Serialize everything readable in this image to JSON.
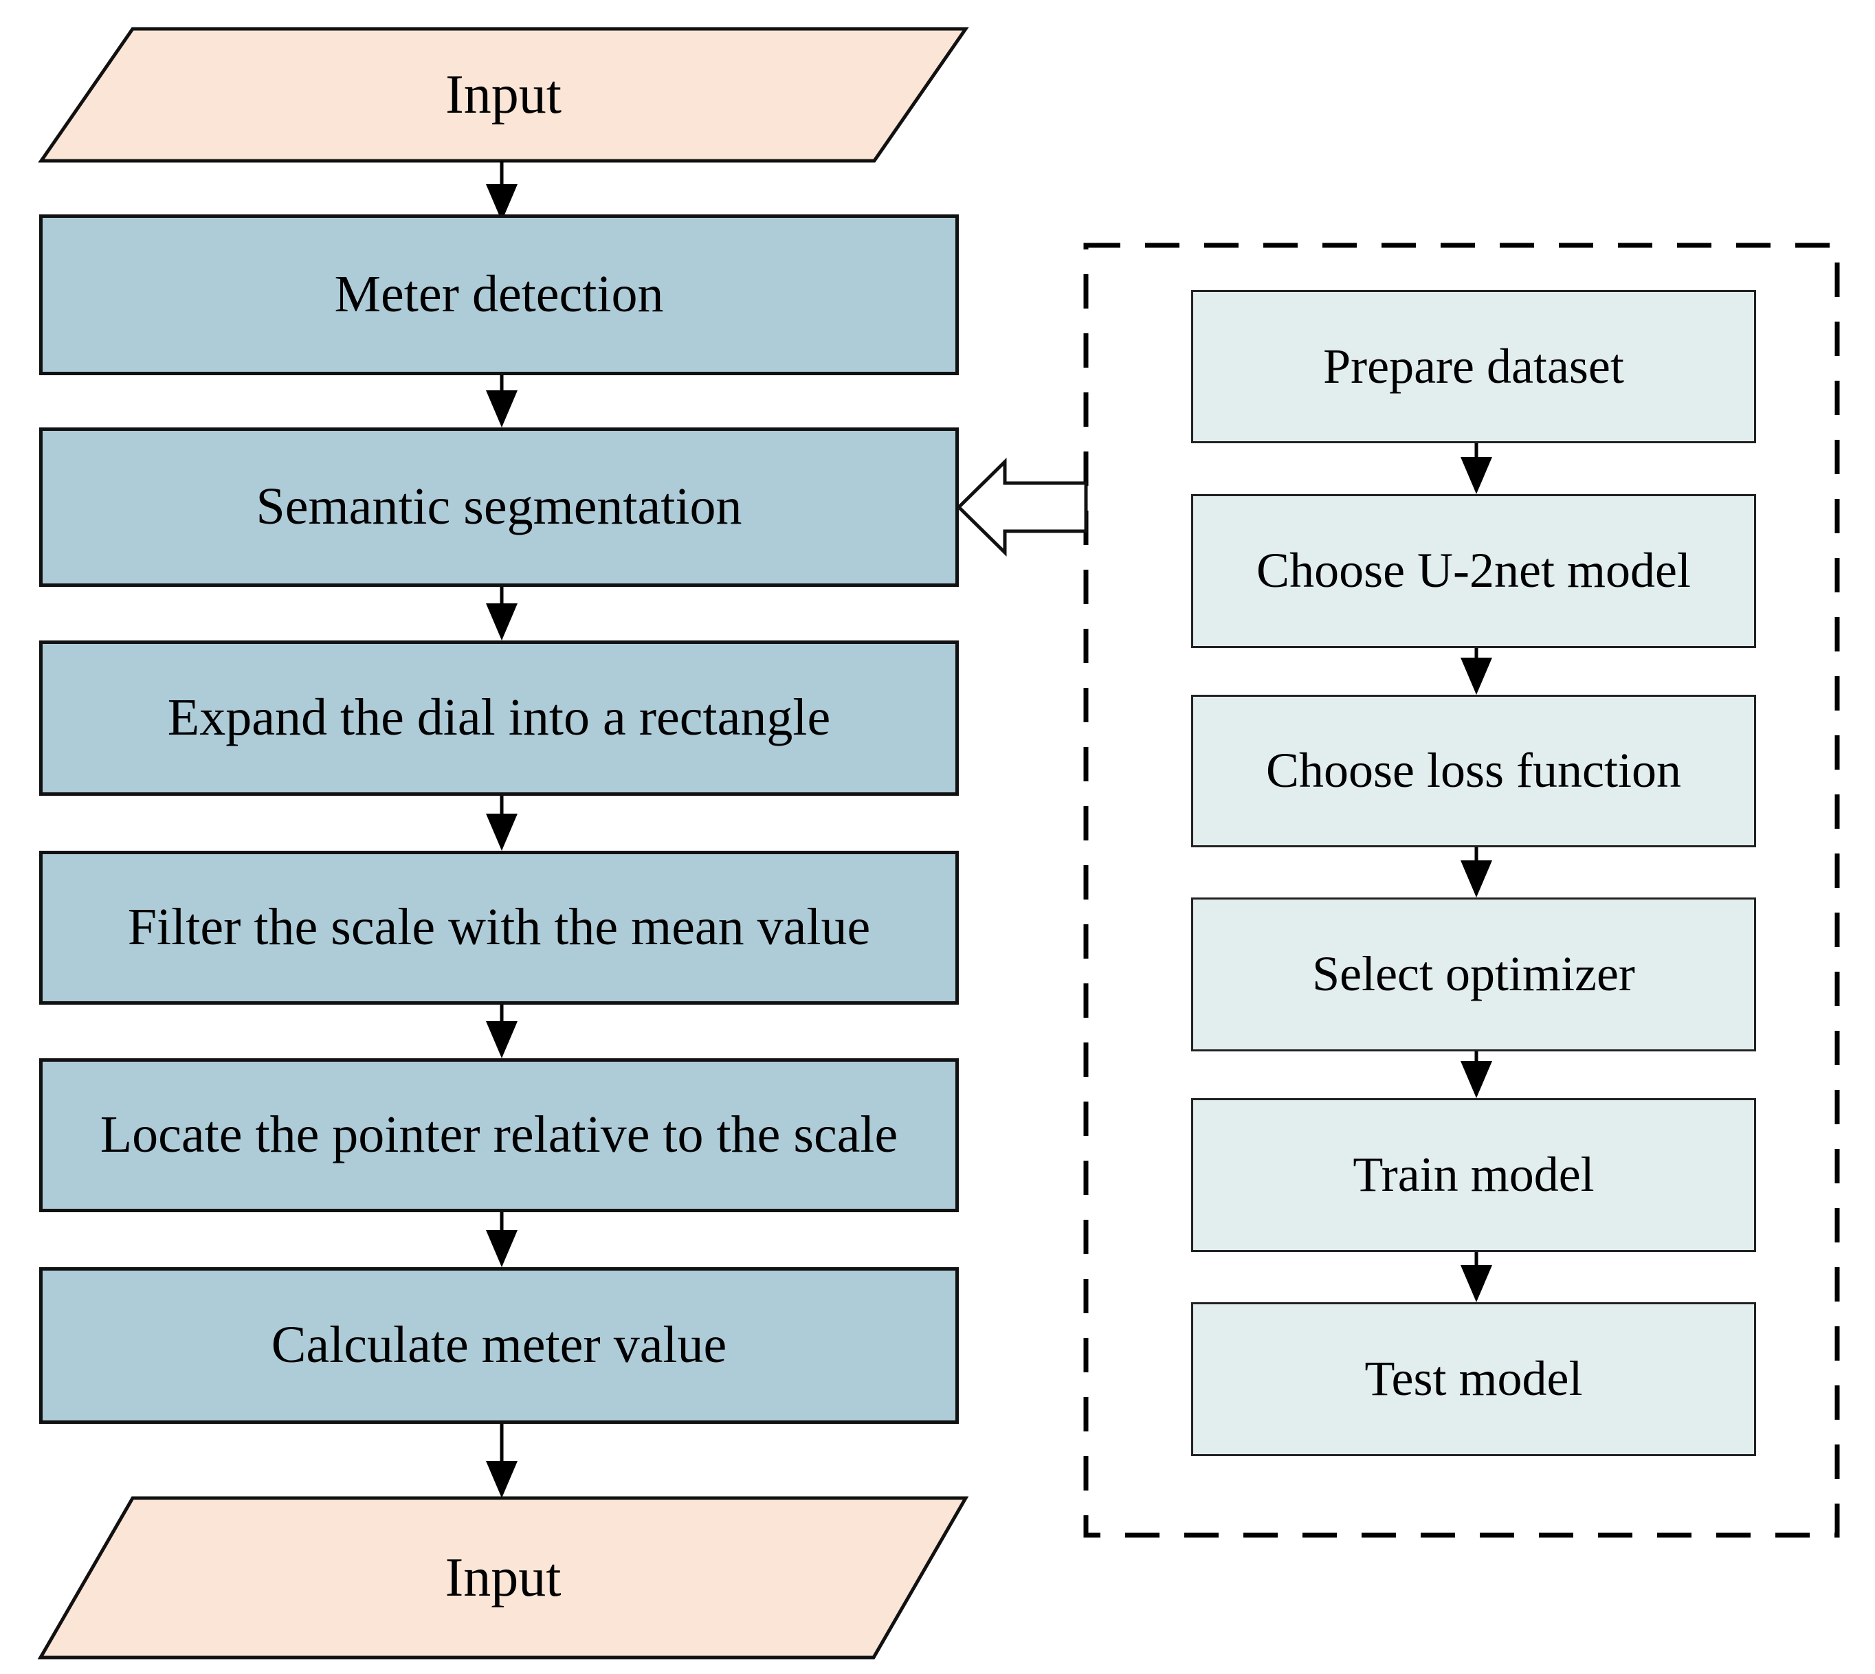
{
  "diagram": {
    "left_flow": {
      "start_label": "Input",
      "end_label": "Input",
      "steps": [
        "Meter detection",
        "Semantic segmentation",
        "Expand the dial into a rectangle",
        "Filter the scale with the mean value",
        "Locate the pointer relative to the scale",
        "Calculate meter value"
      ]
    },
    "training_panel": {
      "steps": [
        "Prepare dataset",
        "Choose U-2net model",
        "Choose loss function",
        "Select optimizer",
        "Train model",
        "Test model"
      ]
    },
    "icons": {
      "down_arrow": "▼",
      "hollow_left_arrow": "⇦"
    },
    "colors": {
      "terminal_fill": "#FAE5D6",
      "process_fill": "#AECBD8",
      "subprocess_fill": "#E2EDEE",
      "stroke": "#111111",
      "background": "#FFFFFF"
    }
  }
}
